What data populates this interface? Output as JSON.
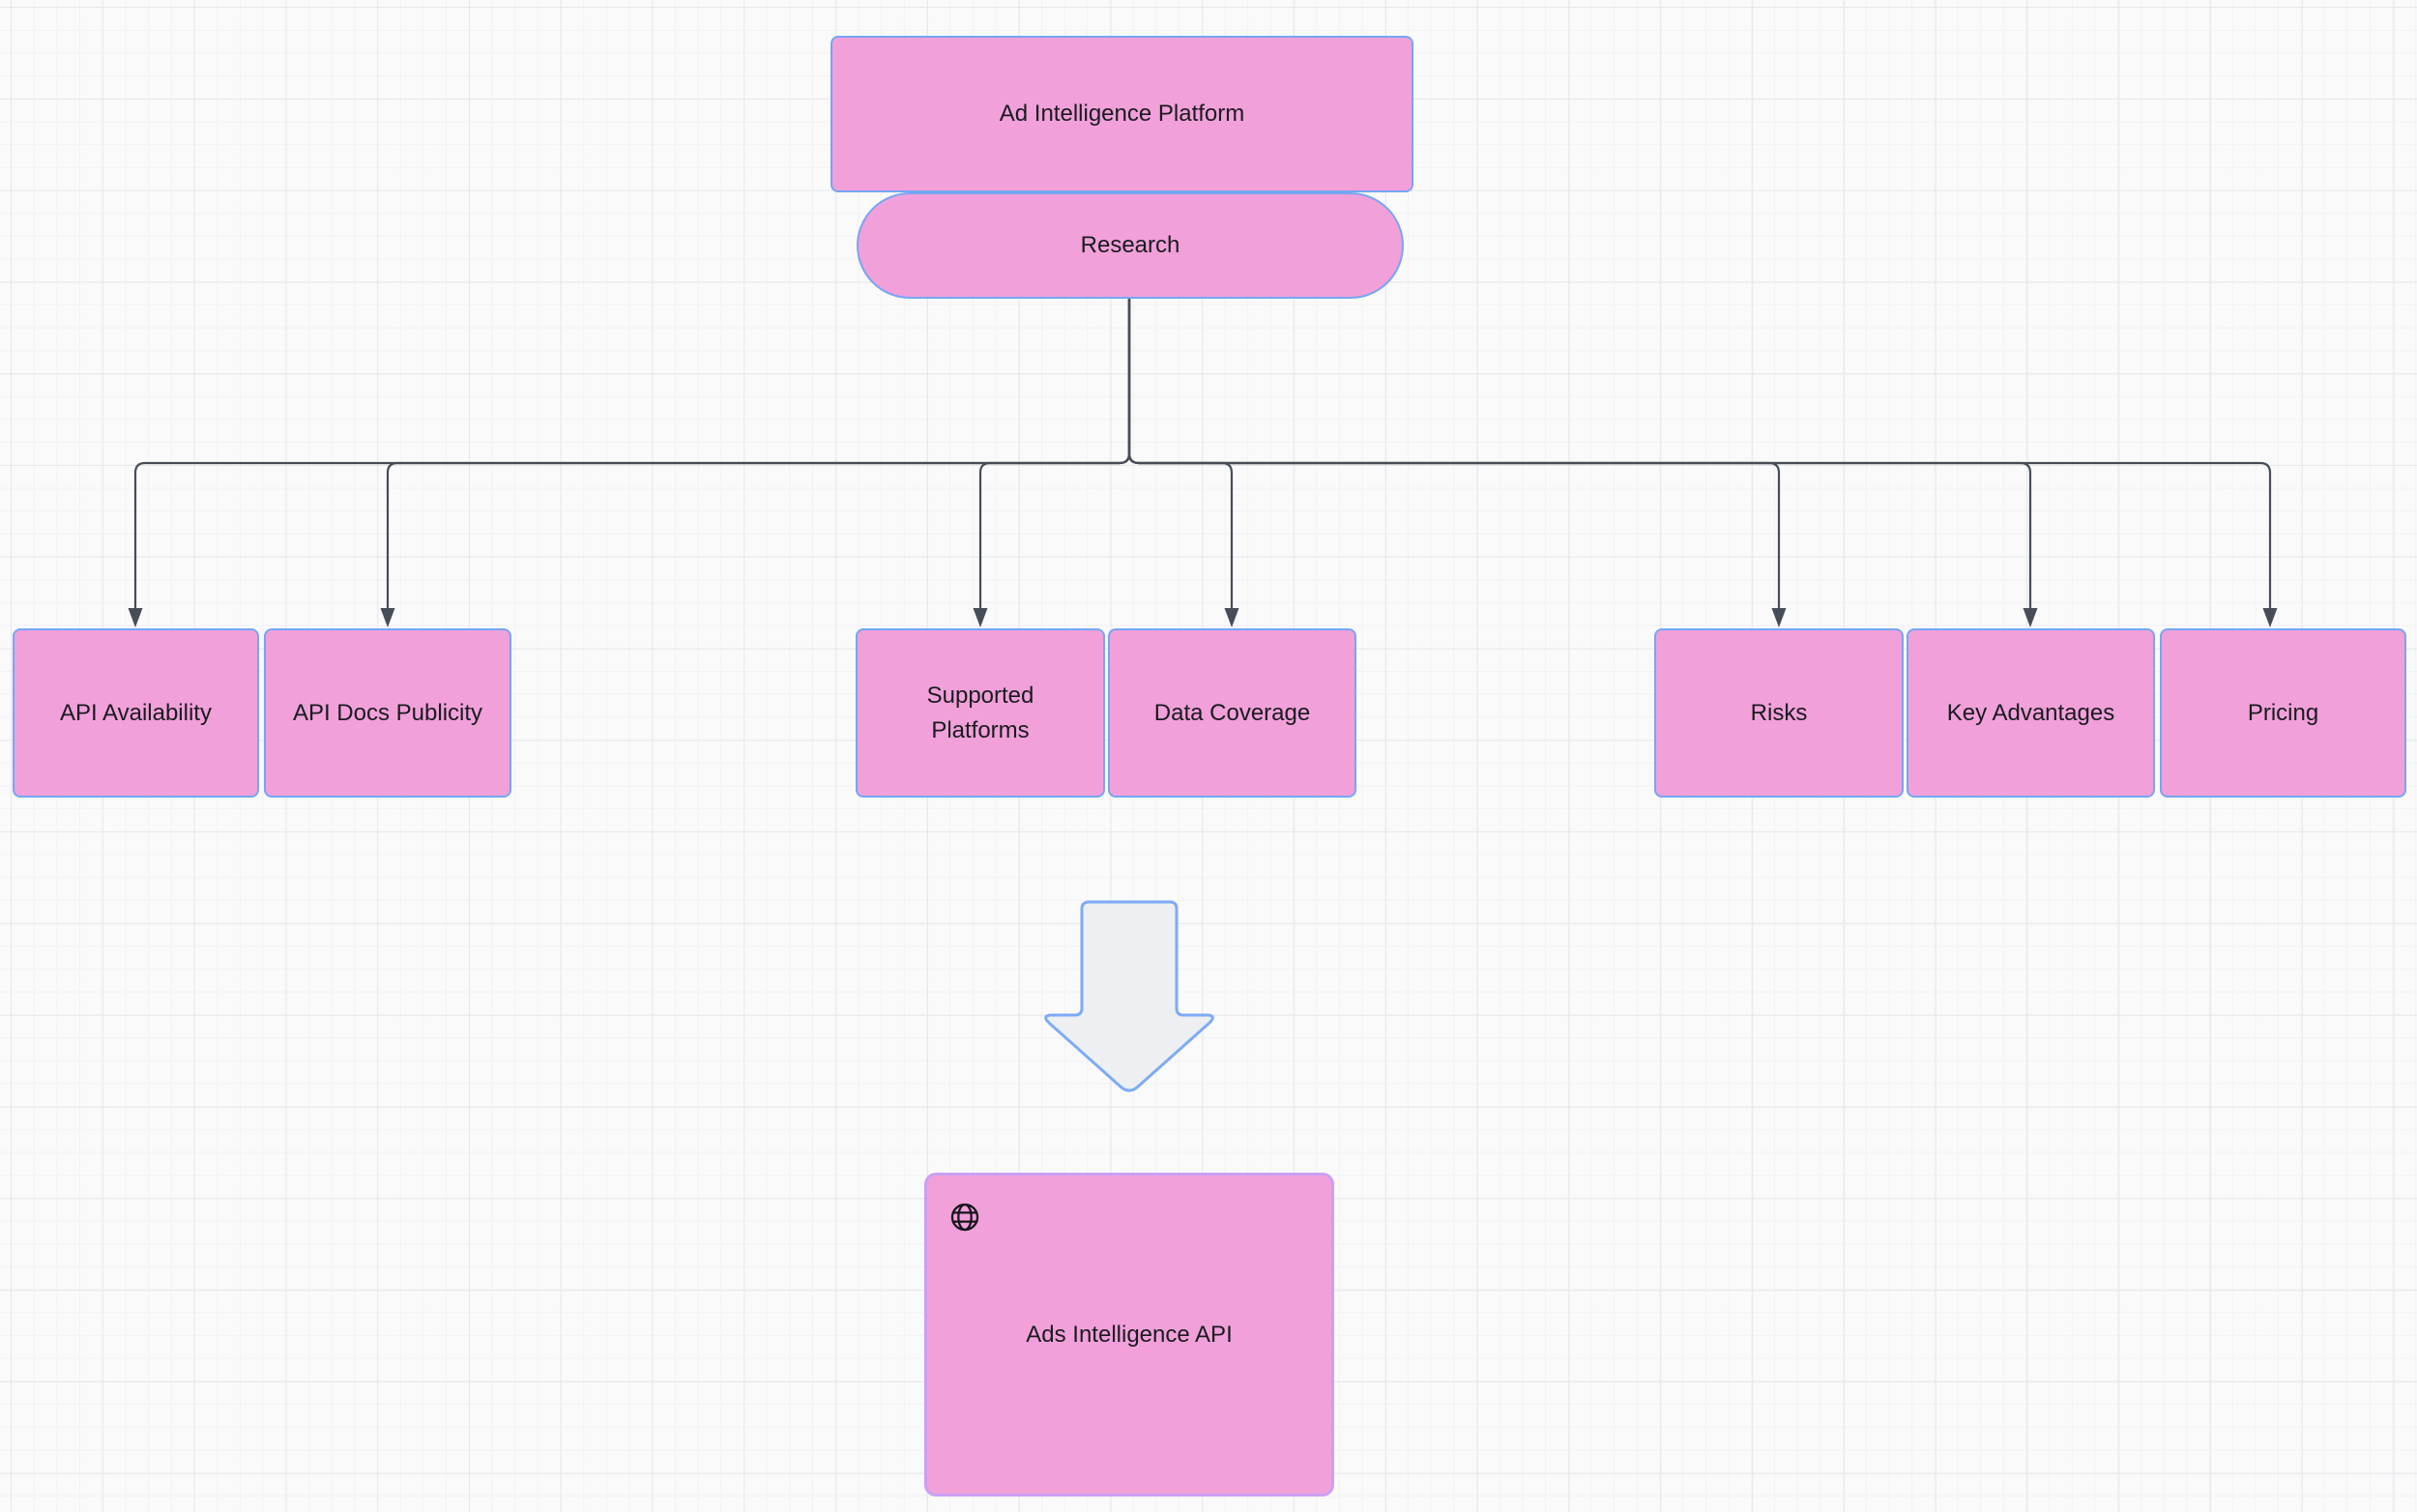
{
  "diagram": {
    "nodes": {
      "root": {
        "label": "Ad Intelligence Platform"
      },
      "process": {
        "label": "Research"
      },
      "children": [
        {
          "label": "API Availability"
        },
        {
          "label": "API Docs Publicity"
        },
        {
          "label": "Supported Platforms"
        },
        {
          "label": "Data Coverage"
        },
        {
          "label": "Risks"
        },
        {
          "label": "Key Advantages"
        },
        {
          "label": "Pricing"
        }
      ],
      "result": {
        "label": "Ads Intelligence API",
        "icon": "globe-icon"
      }
    },
    "colors": {
      "node_fill": "#F1A0DA",
      "node_border": "#76A6F2",
      "result_border": "#CBA0F5",
      "connector": "#464D57",
      "big_arrow_fill": "#EDEFF2",
      "big_arrow_border": "#7EABF4",
      "text": "#1A1B1F",
      "canvas_background": "#FAFAFB",
      "grid_minor": "#F2F2F5",
      "grid_major": "#E7E8EB"
    }
  }
}
